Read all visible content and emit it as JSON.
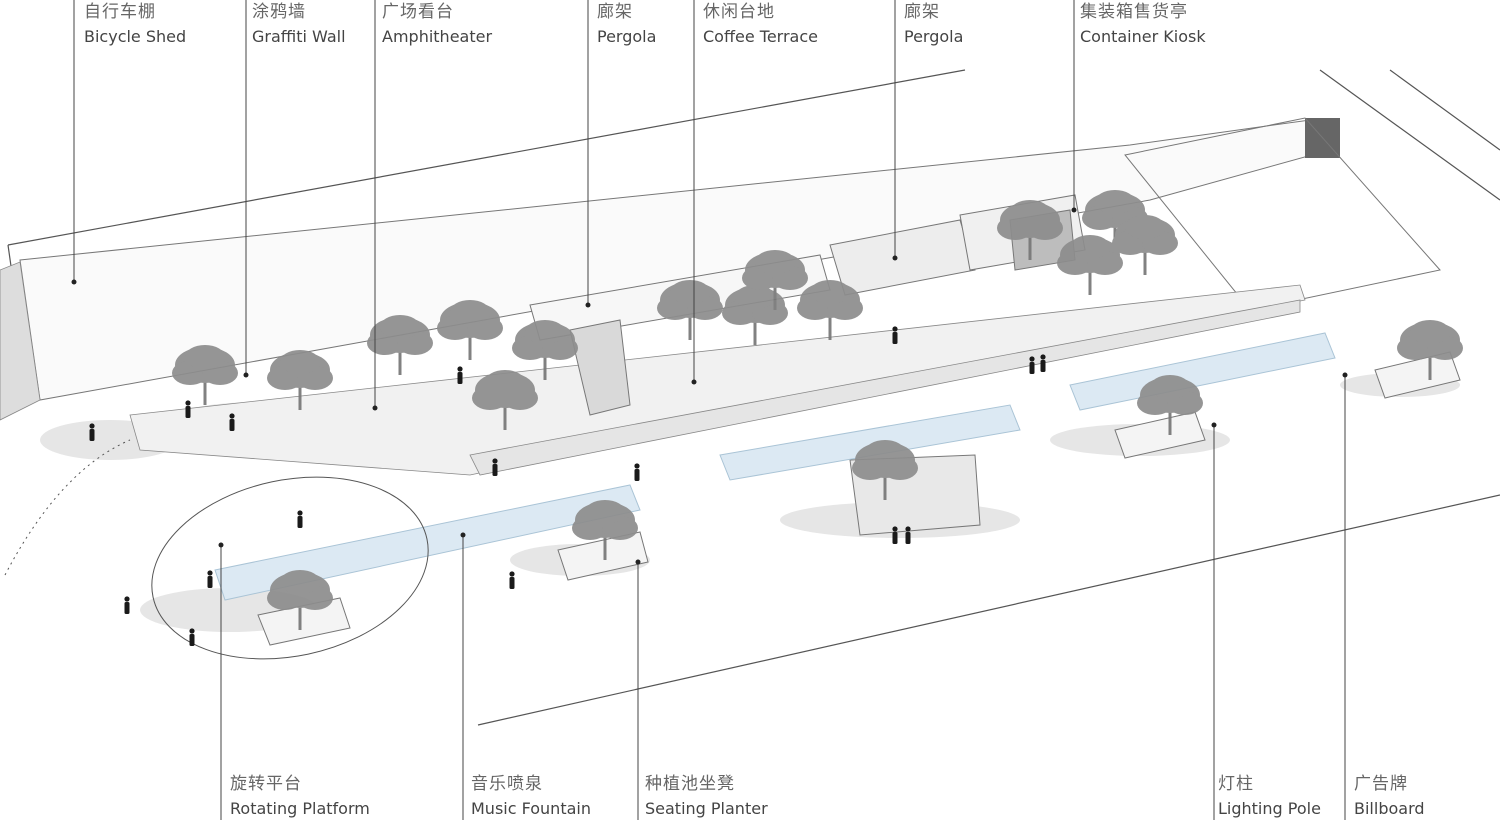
{
  "top_labels": [
    {
      "zh": "自行车棚",
      "en": "Bicycle Shed"
    },
    {
      "zh": "涂鸦墙",
      "en": "Graffiti Wall"
    },
    {
      "zh": "广场看台",
      "en": "Amphitheater"
    },
    {
      "zh": "廊架",
      "en": "Pergola"
    },
    {
      "zh": "休闲台地",
      "en": "Coffee Terrace"
    },
    {
      "zh": "廊架",
      "en": "Pergola"
    },
    {
      "zh": "集装箱售货亭",
      "en": "Container Kiosk"
    }
  ],
  "bottom_labels": [
    {
      "zh": "旋转平台",
      "en": "Rotating Platform"
    },
    {
      "zh": "音乐喷泉",
      "en": "Music Fountain"
    },
    {
      "zh": "种植池坐凳",
      "en": "Seating Planter"
    },
    {
      "zh": "灯柱",
      "en": "Lighting Pole"
    },
    {
      "zh": "广告牌",
      "en": "Billboard"
    }
  ],
  "colors": {
    "line": "#555555",
    "tree": "#8a8a8a",
    "shadow": "#e4e4e4",
    "water": "#dbe8f2",
    "paving": "#f3f3f3"
  }
}
